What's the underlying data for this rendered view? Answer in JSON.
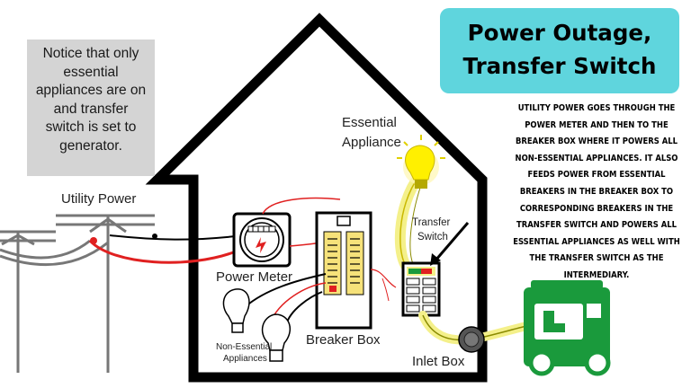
{
  "title": {
    "line1": "Power Outage,",
    "line2": "Transfer Switch"
  },
  "note": "Notice that only essential appliances are on and transfer switch is set to generator.",
  "description": "Utility power goes through the power meter and then to the breaker box where it powers all non-essential appliances.  It also feeds power from essential breakers in the breaker box to corresponding breakers in the transfer switch and powers all essential appliances as well with the transfer switch as the intermediary.",
  "labels": {
    "utility_power": "Utility Power",
    "essential_appliance_1": "Essential",
    "essential_appliance_2": "Appliance",
    "transfer_switch_1": "Transfer",
    "transfer_switch_2": "Switch",
    "power_meter": "Power Meter",
    "non_essential_1": "Non-Essential",
    "non_essential_2": "Appliances",
    "breaker_box": "Breaker Box",
    "inlet_box": "Inlet Box"
  },
  "colors": {
    "title_bg": "#5fd5dd",
    "note_bg": "#d4d4d4",
    "generator": "#1a9a3c",
    "hot_wire": "#e02020",
    "glow": "#f4f08a",
    "breaker_box_fill": "#f6e27a",
    "house_outline": "#000000"
  }
}
